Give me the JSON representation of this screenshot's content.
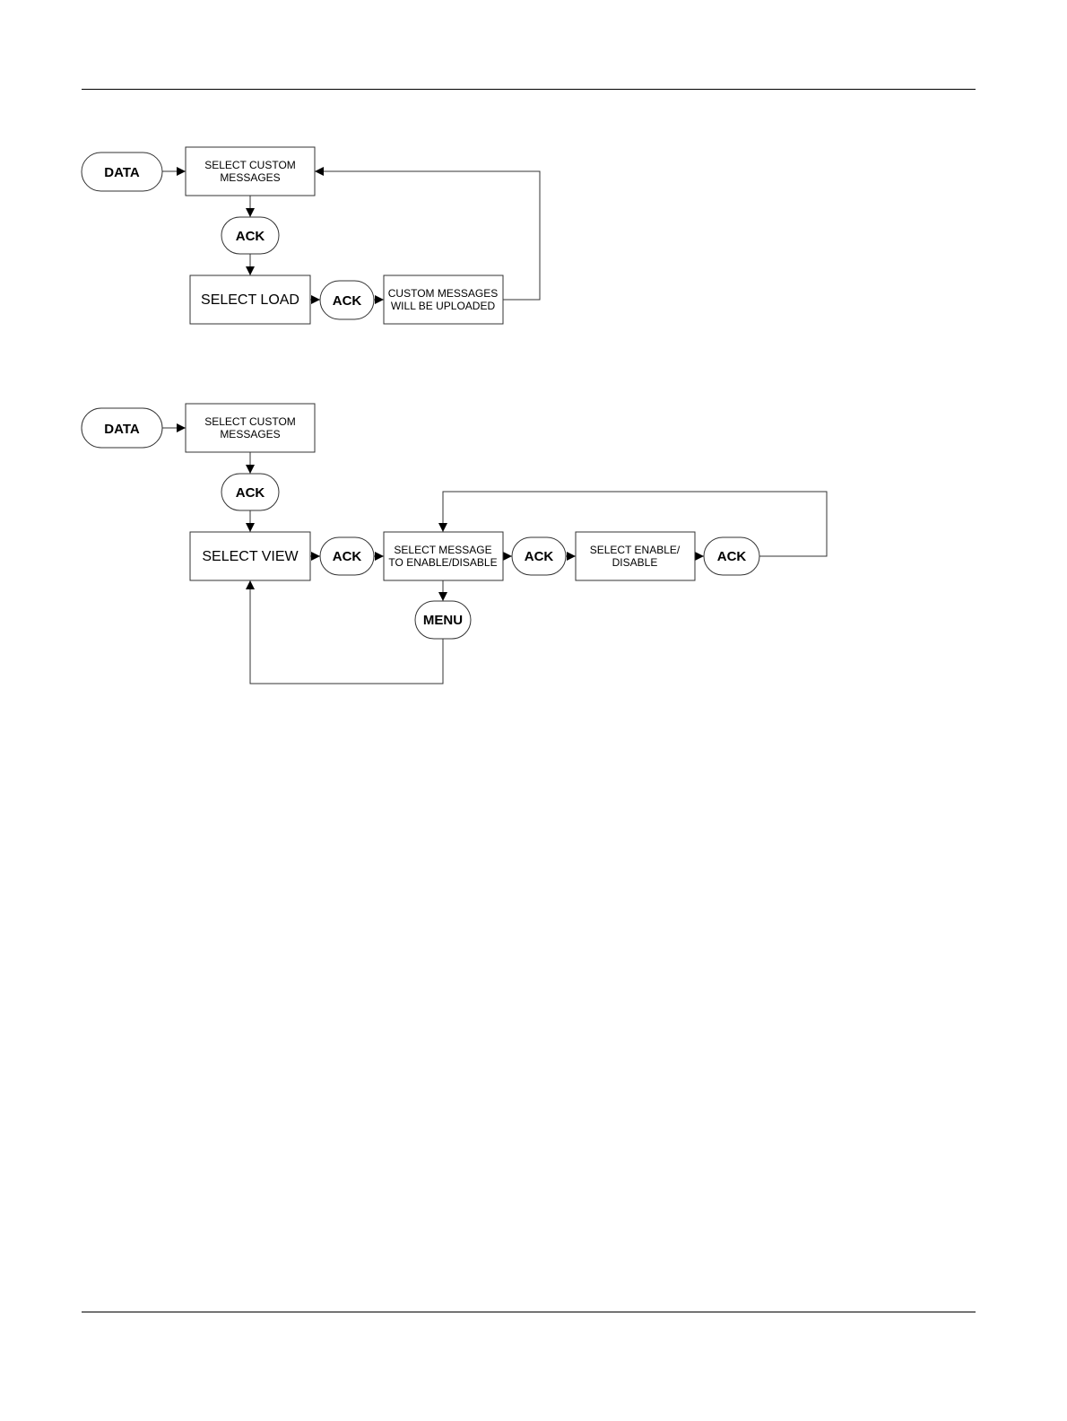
{
  "diagram1": {
    "data_key": "DATA",
    "select_custom": [
      "SELECT CUSTOM",
      "MESSAGES"
    ],
    "ack1": "ACK",
    "select_load": "SELECT LOAD",
    "ack2": "ACK",
    "uploaded": [
      "CUSTOM MESSAGES",
      "WILL BE UPLOADED"
    ]
  },
  "diagram2": {
    "data_key": "DATA",
    "select_custom": [
      "SELECT CUSTOM",
      "MESSAGES"
    ],
    "ack1": "ACK",
    "select_view": "SELECT VIEW",
    "ack2": "ACK",
    "select_message": [
      "SELECT MESSAGE",
      "TO ENABLE/DISABLE"
    ],
    "ack3": "ACK",
    "select_enable": [
      "SELECT ENABLE/",
      "DISABLE"
    ],
    "ack4": "ACK",
    "menu_key": "MENU"
  }
}
